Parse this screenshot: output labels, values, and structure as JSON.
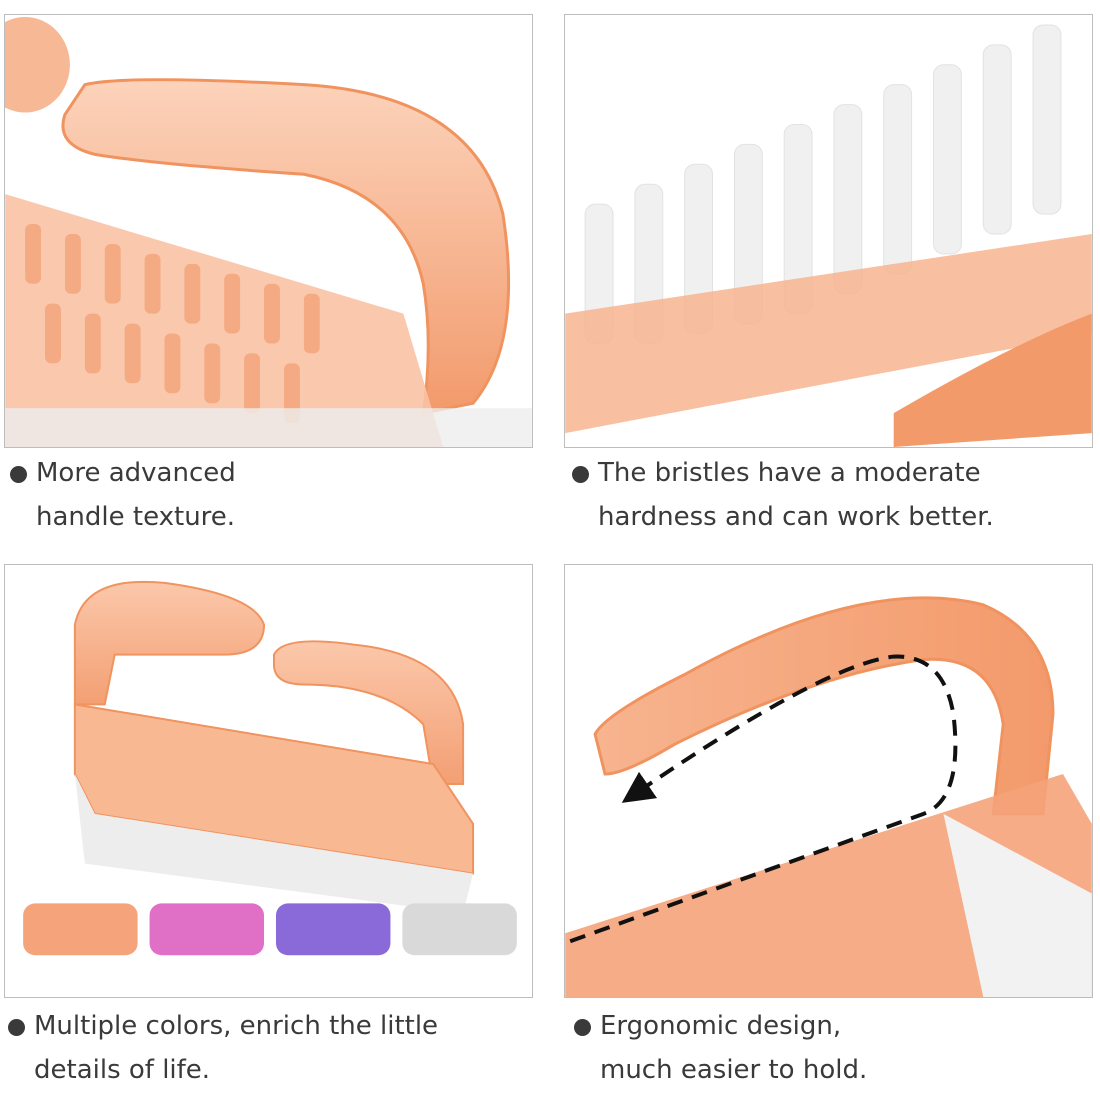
{
  "colors": {
    "brush_orange": "#f5a37a",
    "brush_orange_light": "#fbd0b6",
    "brush_pink": "#e070c6",
    "brush_purple": "#8a6ad8",
    "brush_clear": "#d9d9d9",
    "bristle_white": "#f2f2f2",
    "text_dark": "#3a3a3a",
    "panel_border": "#bdbdbd"
  },
  "panels": [
    {
      "caption_line1": "More advanced",
      "caption_line2": "handle texture."
    },
    {
      "caption_line1": "The bristles have a moderate",
      "caption_line2": "hardness and can work better."
    },
    {
      "caption_line1": "Multiple colors, enrich the little",
      "caption_line2": "details of life."
    },
    {
      "caption_line1": "Ergonomic design,",
      "caption_line2": "much easier to hold."
    }
  ]
}
